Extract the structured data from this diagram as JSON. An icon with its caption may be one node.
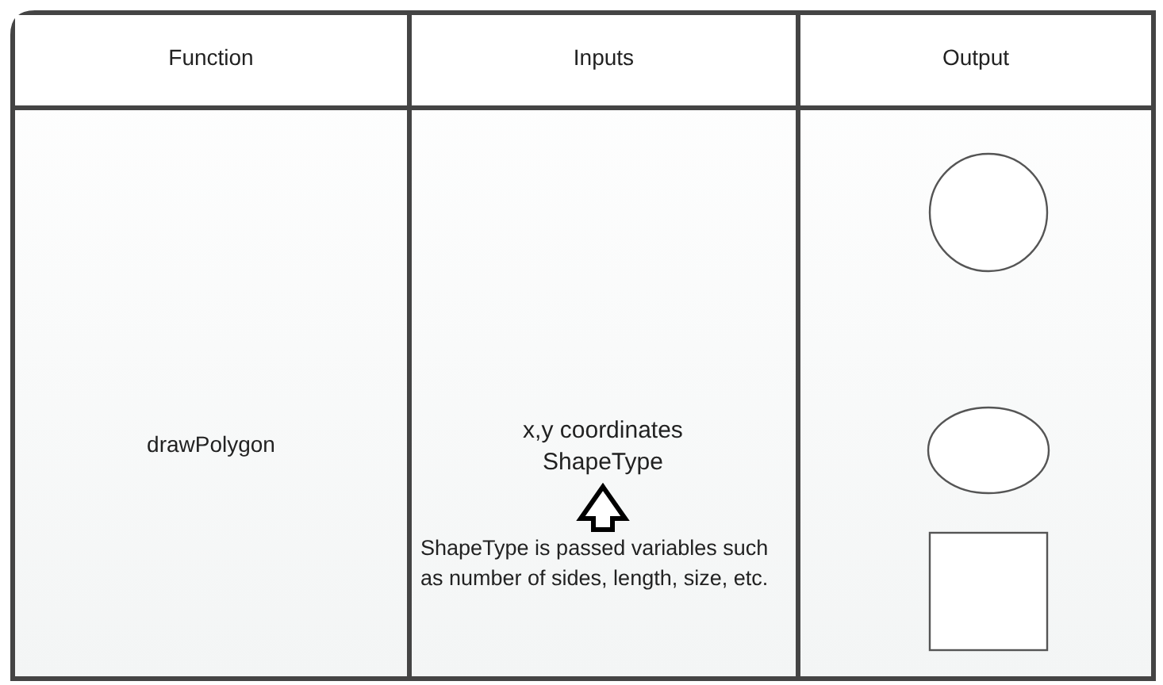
{
  "diagram": {
    "nodes": [
      {
        "text": [
          "x,y coordinates ShapeType"
        ]
      },
      {
        "text": [
          "ShapeType is passed variables such as number of sides, length, size, etc."
        ]
      },
      {
        "text": [],
        "shape": "circle"
      },
      {
        "text": [],
        "shape": "ellipse"
      },
      {
        "text": [],
        "shape": "box"
      }
    ],
    "edges": [
      {
        "from": 1,
        "to": 0,
        "arrow": "to"
      }
    ],
    "labels": [
      "Function",
      "Inputs",
      "Output",
      "drawPolygon"
    ]
  }
}
